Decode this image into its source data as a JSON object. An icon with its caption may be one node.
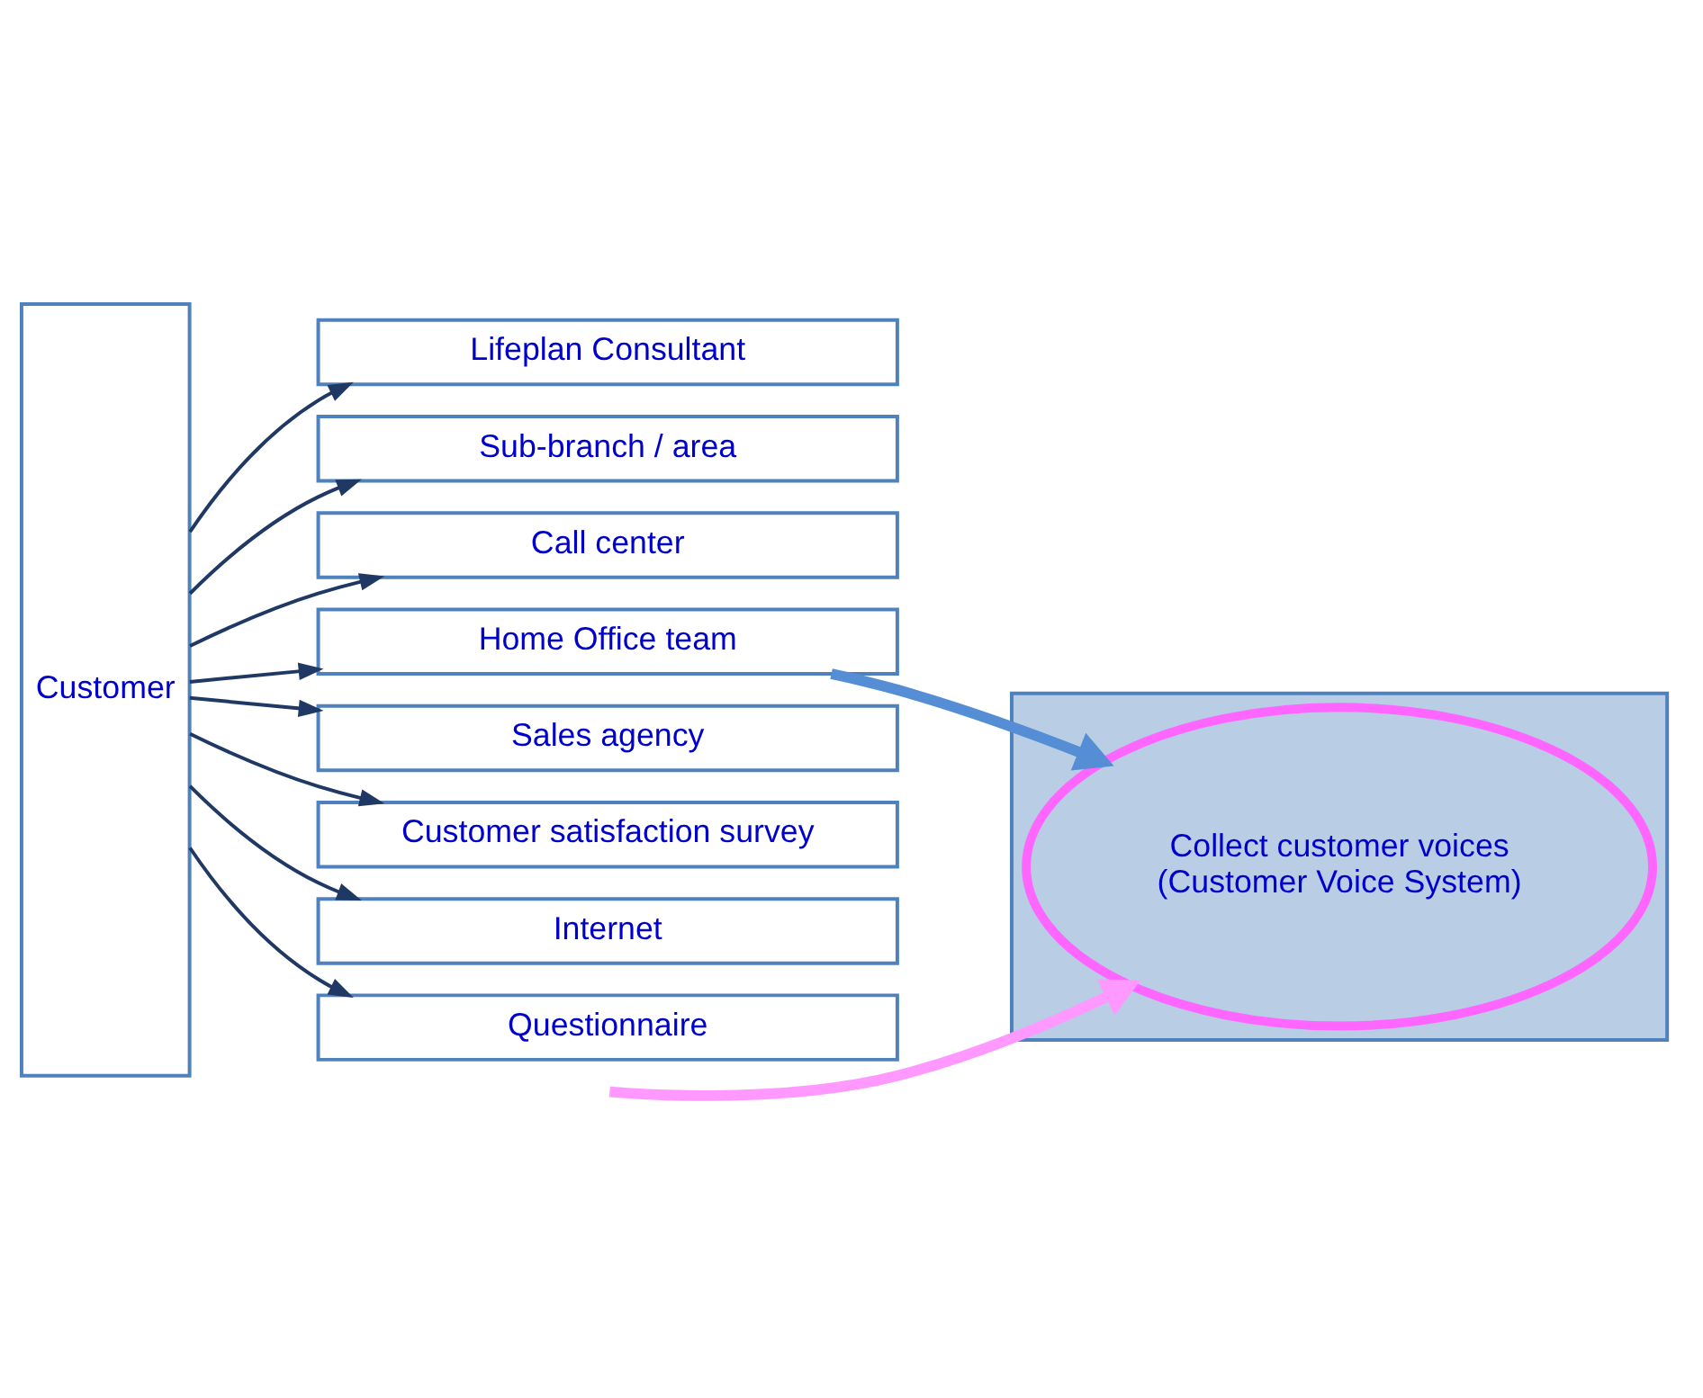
{
  "diagram": {
    "nodes": [
      {
        "text": [
          "Customer"
        ]
      },
      {
        "text": [
          "Lifeplan Consultant"
        ]
      },
      {
        "text": [
          "Sub-branch / area"
        ]
      },
      {
        "text": [
          "Call center"
        ]
      },
      {
        "text": [
          "Home Office team"
        ]
      },
      {
        "text": [
          "Sales agency"
        ]
      },
      {
        "text": [
          "Customer satisfaction survey"
        ]
      },
      {
        "text": [
          "Internet"
        ]
      },
      {
        "text": [
          "Questionnaire"
        ]
      },
      {
        "text": [],
        "shape": "box"
      },
      {
        "text": [
          "Collect customer voices",
          "(Customer Voice System)"
        ],
        "in": 9
      }
    ],
    "edges": [
      {
        "from": 0,
        "to": 1,
        "arrow": "to"
      },
      {
        "from": 0,
        "to": 2,
        "arrow": "to"
      },
      {
        "from": 0,
        "to": 3,
        "arrow": "to"
      },
      {
        "from": 0,
        "to": 4,
        "arrow": "to"
      },
      {
        "from": 0,
        "to": 5,
        "arrow": "to"
      },
      {
        "from": 0,
        "to": 6,
        "arrow": "to"
      },
      {
        "from": 0,
        "to": 7,
        "arrow": "to"
      },
      {
        "from": 0,
        "to": 8,
        "arrow": "to"
      },
      {
        "from": 4,
        "to": 10,
        "arrow": "to",
        "style": "thick",
        "color": "#558ed5"
      },
      {
        "from": null,
        "to": 10,
        "arrow": "to",
        "style": "thick",
        "color": "#ff99ff"
      }
    ]
  }
}
